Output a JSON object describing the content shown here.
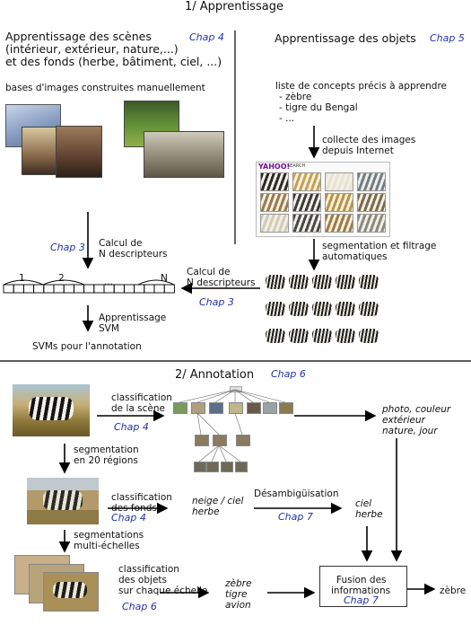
{
  "section1": {
    "title": "1/ Apprentissage",
    "scenes": {
      "title_lines": [
        "Apprentissage des scènes",
        "(intérieur, extérieur, nature,...)",
        "et des fonds (herbe, bâtiment, ciel, ...)"
      ],
      "chap": "Chap 4",
      "bases_label": "bases d'images construites manuellement",
      "chap_descr": "Chap 3",
      "calcul_lines": [
        "Calcul de",
        "N descripteurs"
      ],
      "bins": [
        "1",
        "2",
        "...",
        "N"
      ],
      "svm_lines": [
        "Apprentissage",
        "SVM"
      ],
      "svm_result": "SVMs pour l'annotation"
    },
    "objects": {
      "title": "Apprentissage des objets",
      "chap": "Chap 5",
      "concepts_label": "liste de concepts précis à apprendre",
      "concepts": [
        "- zèbre",
        "- tigre du Bengal",
        "- ..."
      ],
      "collect_lines": [
        "collecte des images",
        "depuis Internet"
      ],
      "search_logo": "YAHOO!",
      "search_caption": "SEARCH",
      "segm_lines": [
        "segmentation et filtrage",
        "automatiques"
      ],
      "calcul_lines": [
        "Calcul de",
        "N descripteurs"
      ],
      "chap_descr": "Chap 3"
    }
  },
  "section2": {
    "title": "2/ Annotation",
    "chap": "Chap 6",
    "scene_class": {
      "lines": [
        "classification",
        "de la scène"
      ],
      "chap": "Chap 4"
    },
    "scene_result": [
      "photo, couleur",
      "extérieur",
      "nature, jour"
    ],
    "segm20": [
      "segmentation",
      "en 20 régions"
    ],
    "fond_class": {
      "lines": [
        "classification",
        "des fonds"
      ],
      "chap": "Chap 4"
    },
    "fond_result": [
      "neige / ciel",
      "herbe"
    ],
    "disamb": {
      "label": "Désambigüisation",
      "chap": "Chap 7"
    },
    "disamb_result": [
      "ciel",
      "herbe"
    ],
    "segm_multi": [
      "segmentations",
      "multi-échelles"
    ],
    "obj_class": {
      "lines": [
        "classification",
        "des objets",
        "sur chaque échelle"
      ],
      "chap": "Chap 6"
    },
    "obj_result": [
      "zèbre",
      "tigre",
      "avion"
    ],
    "fusion": {
      "lines": [
        "Fusion des",
        "informations"
      ],
      "chap": "Chap 7"
    },
    "final": "zèbre"
  }
}
